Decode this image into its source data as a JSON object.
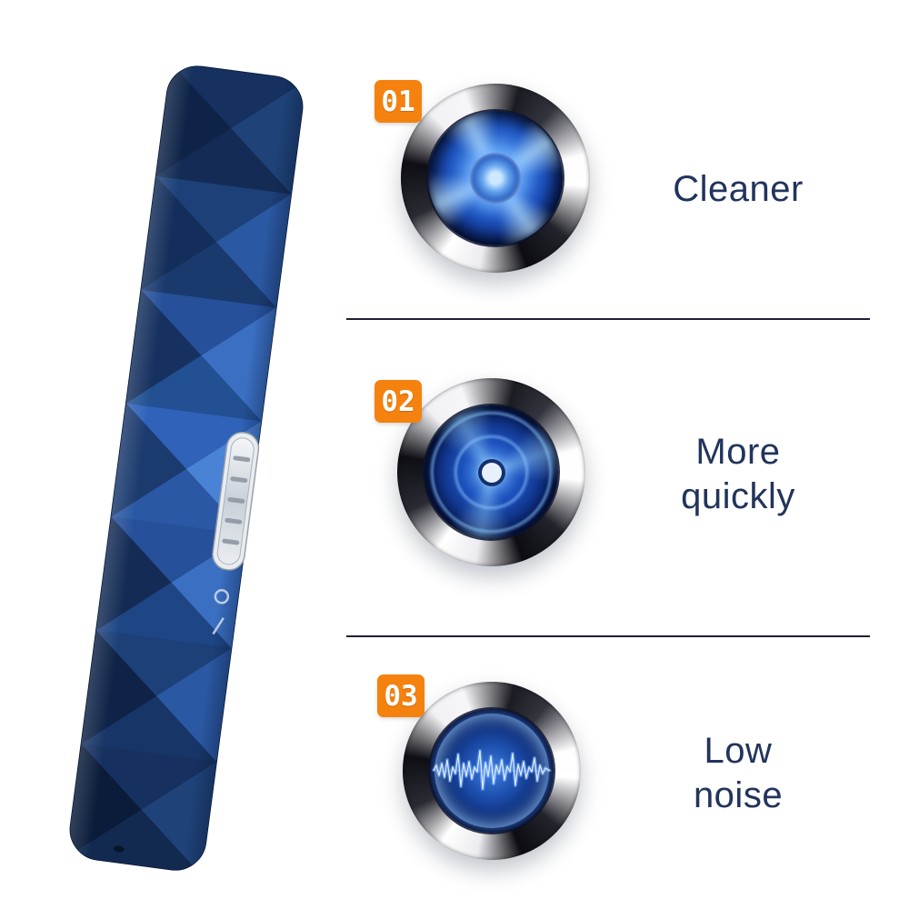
{
  "image": {
    "type": "product-feature-infographic",
    "background": "#ffffff"
  },
  "features": [
    {
      "number": "01",
      "line1": "Cleaner",
      "line2": ""
    },
    {
      "number": "02",
      "line1": "More",
      "line2": "quickly"
    },
    {
      "number": "03",
      "line1": "Low",
      "line2": "noise"
    }
  ],
  "colors": {
    "badge_orange": "#f5820e",
    "label_text": "#21345c",
    "divider": "#1d2136",
    "device_blue_dark": "#142c55",
    "device_blue_bright": "#4a82d6",
    "glow_blue": "#4e95ef",
    "chrome_light": "#f6f6f8",
    "chrome_dark": "#0c0c12"
  }
}
